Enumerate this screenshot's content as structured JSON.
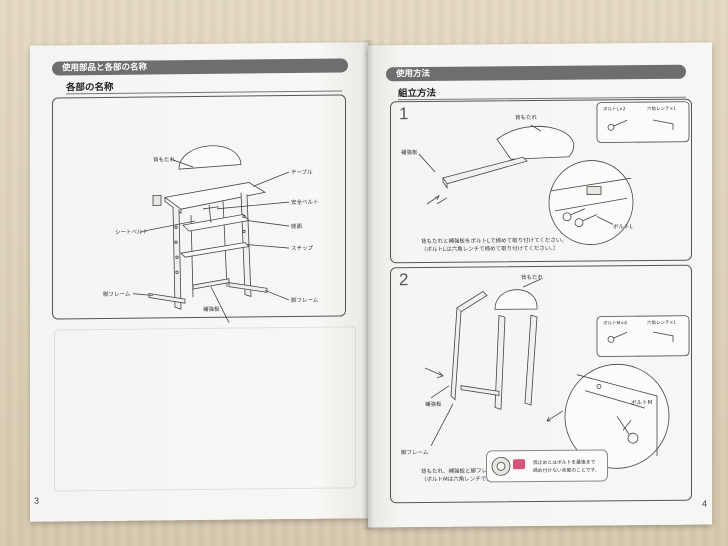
{
  "left_page": {
    "section_title": "使用部品と各部の名称",
    "heading": "各部の名称",
    "parts": {
      "backrest": "背もたれ",
      "table": "テーブル",
      "safety_belt": "安全ベルト",
      "seat_belt": "シートベルト",
      "seat": "座面",
      "step": "ステップ",
      "leg_frame_left": "脚フレーム",
      "leg_frame_right": "脚フレーム",
      "reinforcement": "補強板"
    },
    "page_number": "3"
  },
  "right_page": {
    "section_title": "使用方法",
    "heading": "組立方法",
    "step1": {
      "number": "1",
      "label_backrest": "背もたれ",
      "label_reinforcement": "補強板",
      "label_bolt": "ボルトL",
      "parts_bolt": "ボルトL×2",
      "parts_wrench": "六角レンチ×1",
      "caption_line1": "背もたれと補強板をボルトLで締めて取り付けてください。",
      "caption_line2": "（ボルトLは六角レンチで締めて取り付けてください。）"
    },
    "step2": {
      "number": "2",
      "label_backrest": "背もたれ",
      "label_reinforcement": "補強板",
      "label_leg_frame": "脚フレーム",
      "label_bolt": "ボルトM",
      "parts_bolt": "ボルトM×4",
      "parts_wrench": "六角レンチ×1",
      "caption_line1": "背もたれ、補強板と脚フレームをボルトMで仮止めしてください。",
      "caption_line2": "（ボルトMは六角レンチで仮止めしてください。）"
    },
    "note_line1": "仮止めとはボルトを最後まで",
    "note_line2": "締め付けない状態のことです。",
    "page_number": "4"
  },
  "colors": {
    "section_bar": "#6e6e6e",
    "line_art": "#444444",
    "note_badge": "#d9547a"
  }
}
